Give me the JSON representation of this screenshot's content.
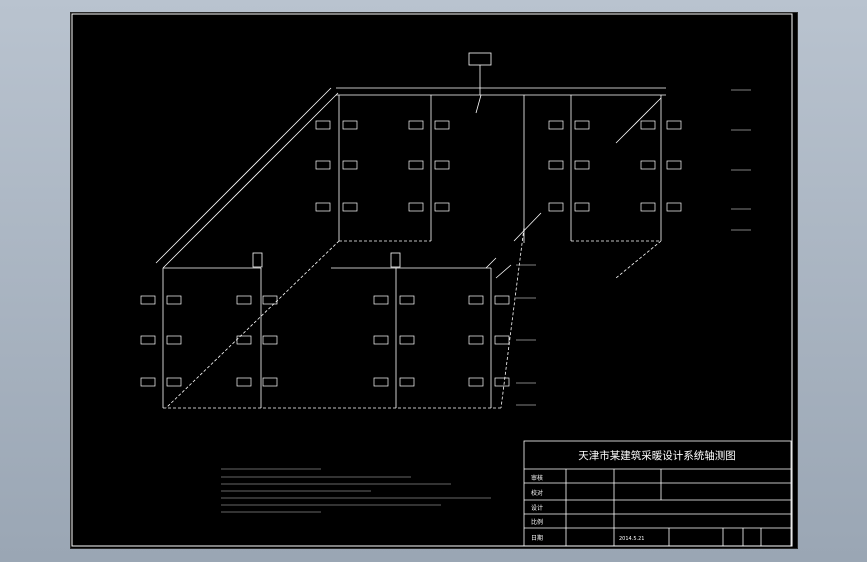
{
  "title_block": {
    "main_title": "天津市某建筑采暖设计系统轴测图",
    "row_labels": [
      "审核",
      "校对",
      "设计",
      "比例",
      "日期"
    ],
    "date_value": "2014.5.21"
  }
}
